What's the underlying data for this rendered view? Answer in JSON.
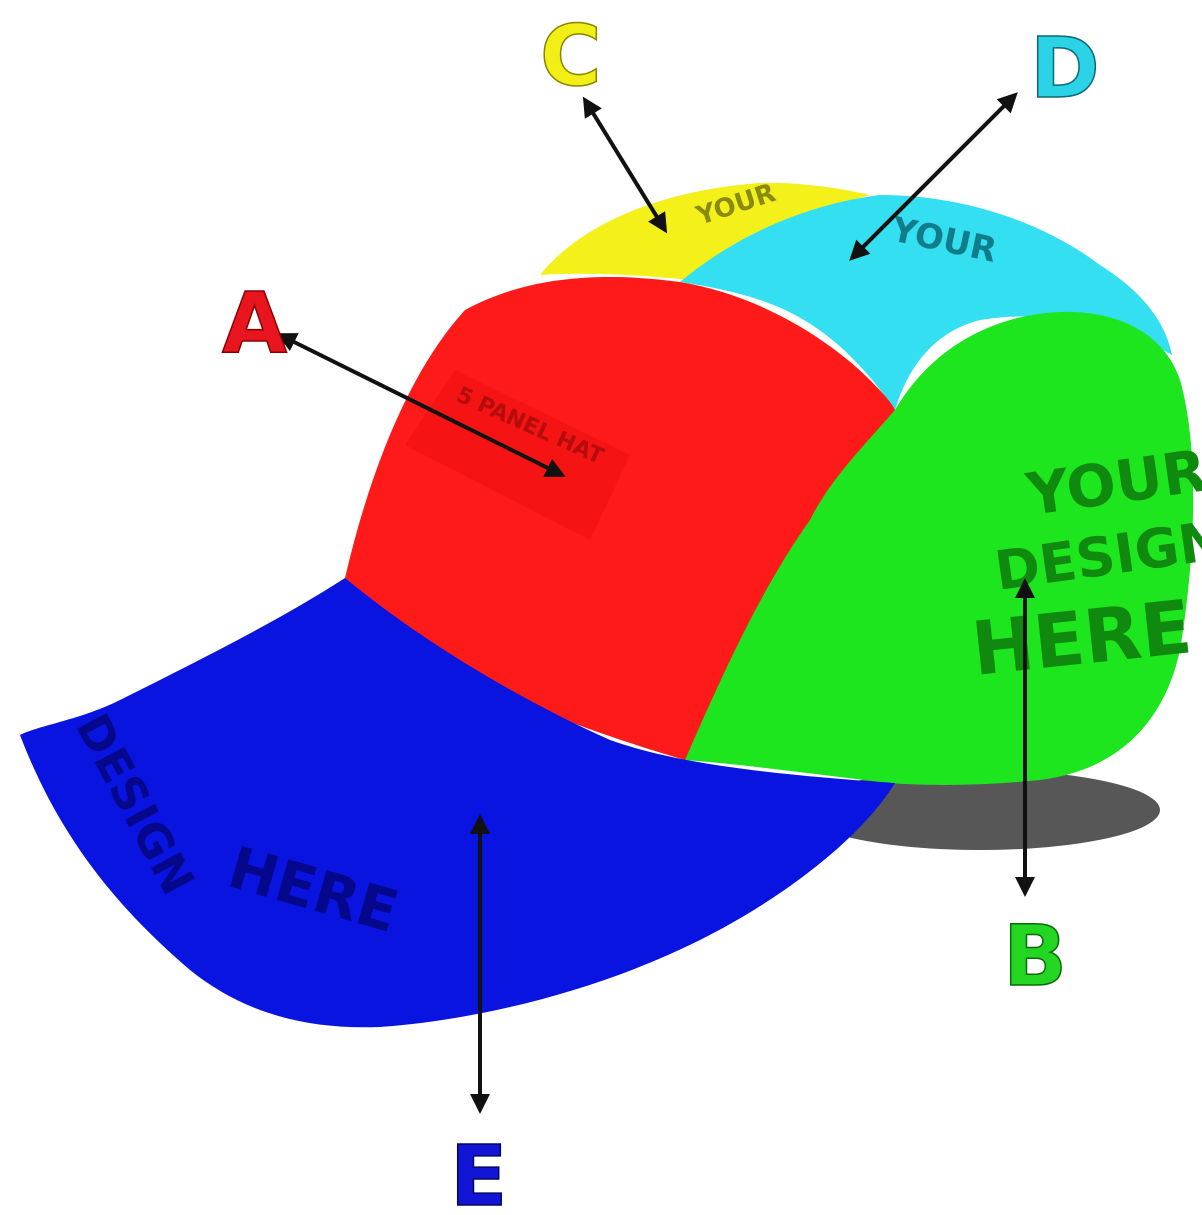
{
  "labels": {
    "a": "A",
    "b": "B",
    "c": "C",
    "d": "D",
    "e": "E"
  },
  "panel_text": {
    "front_tag": "5 PANEL HAT",
    "side_line1": "YOUR",
    "side_line2": "DESIGN",
    "side_line3": "HERE",
    "brim_line1": "DESIGN",
    "brim_line2": "HERE",
    "top_yellow": "YOUR",
    "top_cyan": "YOUR"
  },
  "colors": {
    "panel_a": "#ff1a1a",
    "panel_b": "#1ee61e",
    "panel_c": "#f4f01a",
    "panel_d": "#33dff0",
    "panel_e": "#0a14e0",
    "label_a": "#e8141e",
    "label_b": "#22d622",
    "label_c": "#f2ef16",
    "label_d": "#2cd3e6",
    "label_e": "#1215d6",
    "arrow": "#111111"
  }
}
